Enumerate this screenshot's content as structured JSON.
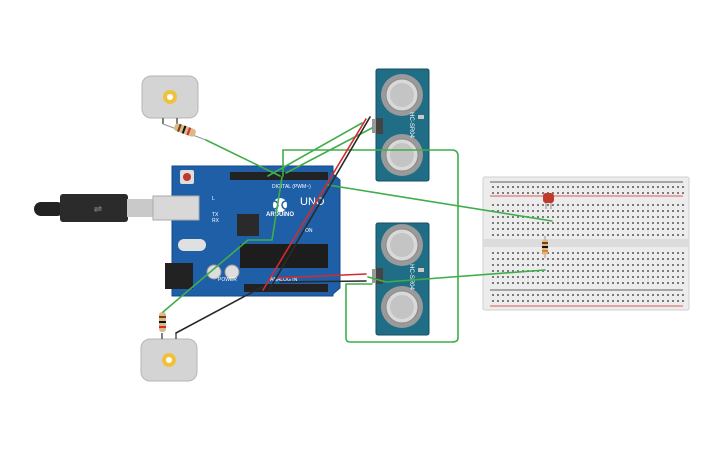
{
  "arduino": {
    "brand": "ARDUINO",
    "model": "UNO",
    "digital_label": "DIGITAL (PWM~)",
    "analog_label": "ANALOG IN",
    "power_label": "POWER",
    "tx_label": "TX",
    "rx_label": "RX",
    "l_label": "L",
    "on_label": "ON"
  },
  "sensors": [
    {
      "label": "HC-SR04"
    },
    {
      "label": "HC-SR04"
    }
  ],
  "colors": {
    "board": "#1f5fa8",
    "sensor": "#1f6e86",
    "wire_green": "#3fae4a",
    "wire_red": "#d42b2b",
    "wire_black": "#2a2a2a",
    "breadboard": "#e9e9e9",
    "led": "#c0392b",
    "motor": "#d4d4d4"
  }
}
